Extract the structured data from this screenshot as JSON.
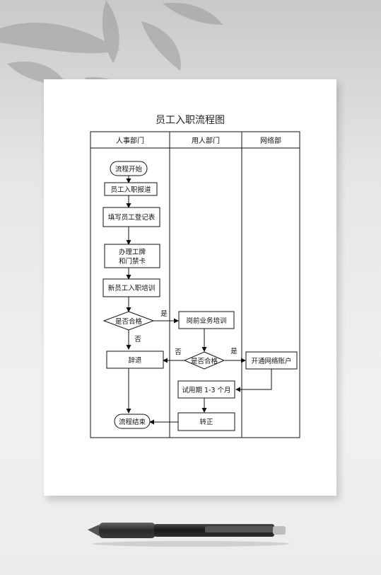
{
  "title": "员工入职流程图",
  "lanes": [
    "人事部门",
    "用人部门",
    "网络部"
  ],
  "nodes": {
    "start": "流程开始",
    "report": "员工入职报道",
    "form": "填写员工登记表",
    "badge_l1": "办理工牌",
    "badge_l2": "和门禁卡",
    "training": "新员工入职培训",
    "qualified1": "是否合格",
    "resign": "辞退",
    "end": "流程结束",
    "post_training": "岗前业务培训",
    "qualified2": "是否合格",
    "probation": "试用期 1-3 个月",
    "regular": "转正",
    "network_account": "开通网络账户"
  },
  "edge_labels": {
    "yes1": "是",
    "no1": "否",
    "no2": "否",
    "yes2": "是"
  }
}
